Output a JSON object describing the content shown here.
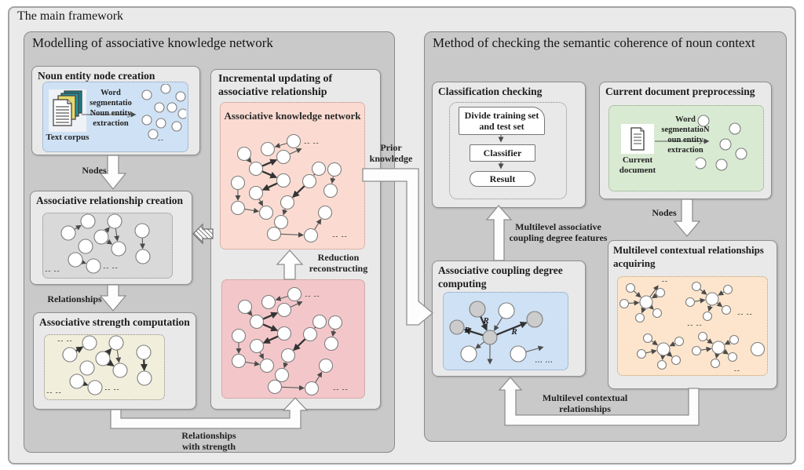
{
  "frame": {
    "title": "The main framework"
  },
  "left": {
    "title": "Modelling of associative knowledge network",
    "noun_entity": {
      "title": "Noun entity node creation",
      "icon": "text-corpus-documents-icon",
      "icon_label": "Text corpus",
      "lines": [
        "Word",
        "segmentatio",
        "Noun entity",
        "extraction"
      ]
    },
    "nodes_label": "Nodes",
    "assoc_rel": {
      "title": "Associative relationship creation"
    },
    "relationships_label": "Relationships",
    "assoc_strength": {
      "title": "Associative strength computation"
    },
    "incremental": {
      "title_lines": [
        "Incremental updating of",
        "associative relationship"
      ],
      "akn_title": "Associative knowledge network",
      "reduction_lines": [
        "Reduction",
        "reconstructing"
      ]
    },
    "rel_strength_lines": [
      "Relationships",
      "with strength"
    ]
  },
  "prior_lines": [
    "Prior",
    "knowledge"
  ],
  "right": {
    "title": "Method of checking the semantic coherence of noun context",
    "classification": {
      "title": "Classification checking",
      "divide": "Divide training set and test set",
      "classifier": "Classifier",
      "result": "Result"
    },
    "features_lines": [
      "Multilevel associative",
      "coupling degree features"
    ],
    "current_doc": {
      "title": "Current document preprocessing",
      "icon": "current-document-icon",
      "icon_label_lines": [
        "Current",
        "document"
      ],
      "lines": [
        "Word",
        "segmentatioN",
        "oun entity",
        "extraction"
      ]
    },
    "nodes_label": "Nodes",
    "multilevel": {
      "title_lines": [
        "Multilevel contextual relationships",
        "acquiring"
      ]
    },
    "coupling": {
      "title_lines": [
        "Associative coupling degree",
        "computing"
      ]
    },
    "ctx_rel_lines": [
      "Multilevel contextual",
      "relationships"
    ]
  },
  "colors": {
    "frame_bg": "#eaeaea",
    "panel_bg": "#c9c9c9",
    "box_bg": "#e9e9e9",
    "blue": "#cfe1f4",
    "green": "#d9ead3",
    "yellow": "#f1eedb",
    "orange": "#fce5cc",
    "pink_light": "#fbdbd1",
    "pink_dark": "#f3c7ca",
    "inner_gray": "#d9d9d9",
    "node_gray": "#cccccc",
    "arrow_fill": "#fdfdfd"
  },
  "networks": {
    "cluster_blue": {
      "w": 62,
      "h": 78,
      "nodes": [
        [
          12,
          14,
          6
        ],
        [
          36,
          6,
          6
        ],
        [
          55,
          16,
          6
        ],
        [
          28,
          30,
          6
        ],
        [
          44,
          30,
          6
        ],
        [
          58,
          38,
          6
        ],
        [
          12,
          46,
          6
        ],
        [
          30,
          50,
          6
        ],
        [
          50,
          54,
          6
        ],
        [
          20,
          64,
          6
        ]
      ],
      "labels": [
        [
          30,
          74,
          "--",
          "dots"
        ]
      ]
    },
    "cluster_green": {
      "w": 70,
      "h": 84,
      "nodes": [
        [
          10,
          12,
          7
        ],
        [
          50,
          22,
          7
        ],
        [
          38,
          42,
          7
        ],
        [
          58,
          54,
          7
        ],
        [
          6,
          66,
          7
        ],
        [
          33,
          68,
          7
        ]
      ]
    },
    "net_rel": {
      "w": 164,
      "h": 82,
      "nodes": [
        [
          32,
          25,
          9
        ],
        [
          57,
          10,
          9
        ],
        [
          91,
          10,
          9
        ],
        [
          74,
          30,
          9
        ],
        [
          96,
          45,
          9
        ],
        [
          54,
          42,
          9
        ],
        [
          126,
          22,
          9
        ],
        [
          127,
          55,
          9
        ],
        [
          41,
          59,
          9
        ],
        [
          64,
          67,
          9
        ]
      ],
      "edges": [
        [
          0,
          1,
          0
        ],
        [
          3,
          2,
          0
        ],
        [
          3,
          4,
          0
        ],
        [
          2,
          4,
          0
        ],
        [
          6,
          7,
          0
        ],
        [
          8,
          9,
          0
        ]
      ],
      "labels": [
        [
          12,
          76,
          "-- --",
          "dots"
        ],
        [
          86,
          72,
          "-- --",
          "dots"
        ]
      ]
    },
    "net_strength": {
      "w": 152,
      "h": 82,
      "nodes": [
        [
          32,
          25,
          9
        ],
        [
          57,
          10,
          9
        ],
        [
          91,
          10,
          9
        ],
        [
          74,
          30,
          9
        ],
        [
          96,
          45,
          9
        ],
        [
          54,
          42,
          9
        ],
        [
          126,
          22,
          9
        ],
        [
          127,
          55,
          9
        ],
        [
          41,
          59,
          9
        ],
        [
          64,
          67,
          9
        ]
      ],
      "edges": [
        [
          0,
          1,
          1
        ],
        [
          3,
          2,
          1
        ],
        [
          3,
          4,
          1
        ],
        [
          2,
          4,
          0
        ],
        [
          6,
          7,
          1
        ],
        [
          8,
          9,
          1
        ]
      ],
      "labels": [
        [
          26,
          10,
          "-- --",
          "dots"
        ],
        [
          12,
          76,
          "-- --",
          "dots"
        ],
        [
          86,
          72,
          "-- --",
          "dots"
        ]
      ]
    },
    "net_akn": {
      "w": 178,
      "h": 148,
      "nodes": [
        [
          91,
          16,
          8.5
        ],
        [
          58,
          26,
          8.5
        ],
        [
          28,
          32,
          8.5
        ],
        [
          78,
          36,
          8.5
        ],
        [
          43,
          51,
          8.5
        ],
        [
          123,
          51,
          8.5
        ],
        [
          143,
          52,
          8.5
        ],
        [
          20,
          69,
          8.5
        ],
        [
          78,
          66,
          8.5
        ],
        [
          111,
          67,
          8.5
        ],
        [
          43,
          82,
          8.5
        ],
        [
          138,
          79,
          8.5
        ],
        [
          20,
          101,
          8.5
        ],
        [
          56,
          107,
          8.5
        ],
        [
          83,
          94,
          8.5
        ],
        [
          131,
          107,
          8.5
        ],
        [
          75,
          119,
          8.5
        ],
        [
          66,
          134,
          8.5
        ],
        [
          113,
          136,
          8.5
        ]
      ],
      "edges": [
        [
          0,
          1,
          0
        ],
        [
          2,
          4,
          0
        ],
        [
          4,
          3,
          1
        ],
        [
          4,
          8,
          1
        ],
        [
          8,
          10,
          1
        ],
        [
          7,
          12,
          0
        ],
        [
          12,
          13,
          0
        ],
        [
          10,
          13,
          0
        ],
        [
          3,
          [
            102,
            25
          ],
          0
        ],
        [
          9,
          14,
          1
        ],
        [
          5,
          9,
          0
        ],
        [
          6,
          11,
          0
        ],
        [
          14,
          16,
          0
        ],
        [
          17,
          18,
          0
        ],
        [
          18,
          15,
          0
        ]
      ],
      "labels": [
        [
          114,
          21,
          "-- --",
          "dots"
        ],
        [
          150,
          140,
          "-- --",
          "dots"
        ]
      ]
    },
    "net_coupling": {
      "w": 158,
      "h": 100,
      "nodes": [
        [
          59,
          58,
          9,
          "g"
        ],
        [
          43,
          22,
          10,
          "g"
        ],
        [
          80,
          24,
          10
        ],
        [
          17,
          45,
          9,
          "g"
        ],
        [
          116,
          35,
          10,
          "g"
        ],
        [
          32,
          79,
          10
        ],
        [
          95,
          79,
          10
        ]
      ],
      "edges": [
        [
          1,
          0,
          1
        ],
        [
          2,
          0,
          0
        ],
        [
          0,
          3,
          1
        ],
        [
          0,
          4,
          1
        ],
        [
          0,
          5,
          0
        ],
        [
          0,
          [
            59,
            93
          ],
          0
        ],
        [
          6,
          [
            128,
            70
          ],
          0
        ]
      ],
      "labels": [
        [
          54,
          40,
          "R",
          "R"
        ],
        [
          30,
          52,
          "R",
          "R"
        ],
        [
          90,
          54,
          "R",
          "R"
        ],
        [
          128,
          90,
          "... ...",
          "dots"
        ]
      ]
    },
    "net_stars": {
      "w": 190,
      "h": 125,
      "nodes": [
        [
          36,
          32,
          8
        ],
        [
          16,
          14,
          5.5
        ],
        [
          8,
          34,
          5.5
        ],
        [
          54,
          20,
          5.5
        ],
        [
          50,
          46,
          5.5
        ],
        [
          28,
          52,
          5.5
        ],
        [
          120,
          28,
          8
        ],
        [
          100,
          12,
          5.5
        ],
        [
          92,
          32,
          5.5
        ],
        [
          140,
          16,
          5.5
        ],
        [
          138,
          42,
          5.5
        ],
        [
          114,
          50,
          5.5
        ],
        [
          58,
          92,
          8
        ],
        [
          38,
          78,
          5.5
        ],
        [
          30,
          98,
          5.5
        ],
        [
          78,
          82,
          5.5
        ],
        [
          74,
          106,
          5.5
        ],
        [
          56,
          112,
          5.5
        ],
        [
          128,
          90,
          8
        ],
        [
          108,
          76,
          5.5
        ],
        [
          100,
          94,
          5.5
        ],
        [
          148,
          80,
          5.5
        ],
        [
          146,
          102,
          5.5
        ],
        [
          124,
          110,
          5.5
        ],
        [
          178,
          92,
          8.5
        ]
      ],
      "edges": [
        [
          1,
          0,
          0
        ],
        [
          2,
          0,
          0
        ],
        [
          3,
          0,
          0
        ],
        [
          0,
          4,
          0
        ],
        [
          0,
          5,
          0
        ],
        [
          0,
          [
            52,
            10
          ],
          0
        ],
        [
          7,
          6,
          0
        ],
        [
          8,
          6,
          0
        ],
        [
          9,
          6,
          0
        ],
        [
          6,
          10,
          0
        ],
        [
          6,
          11,
          0
        ],
        [
          13,
          12,
          0
        ],
        [
          14,
          12,
          0
        ],
        [
          15,
          12,
          0
        ],
        [
          12,
          16,
          0
        ],
        [
          12,
          17,
          0
        ],
        [
          19,
          18,
          0
        ],
        [
          20,
          18,
          0
        ],
        [
          21,
          18,
          0
        ],
        [
          18,
          22,
          0
        ],
        [
          18,
          23,
          0
        ]
      ],
      "labels": [
        [
          60,
          8,
          "--",
          "dots"
        ],
        [
          162,
          50,
          "-- --",
          "dots"
        ],
        [
          98,
          64,
          "-- --",
          "dots"
        ],
        [
          152,
          122,
          "--",
          "dots"
        ]
      ]
    },
    "proc_arrow": {
      "w": 74,
      "h": 8,
      "edges": [
        [
          [
            0,
            4
          ],
          [
            70,
            4
          ],
          0
        ]
      ]
    },
    "flow_arrow": {
      "w": 12,
      "h": 14,
      "edges": [
        [
          [
            6,
            1
          ],
          [
            6,
            11
          ],
          0
        ]
      ]
    }
  }
}
